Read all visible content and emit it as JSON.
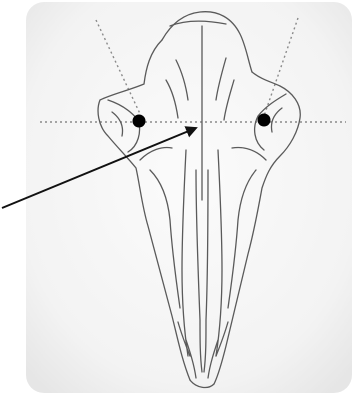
{
  "figure": {
    "subject": "skull-dorsal-view",
    "markers": [
      {
        "name": "left-eye-marker",
        "color": "#000000"
      },
      {
        "name": "right-eye-marker",
        "color": "#000000"
      }
    ],
    "arrow": {
      "name": "pointer-arrow",
      "color": "#111111"
    },
    "guide_lines": {
      "style": "dotted",
      "color": "#8a8a8a"
    },
    "panel_background": "#f1f1f1"
  }
}
